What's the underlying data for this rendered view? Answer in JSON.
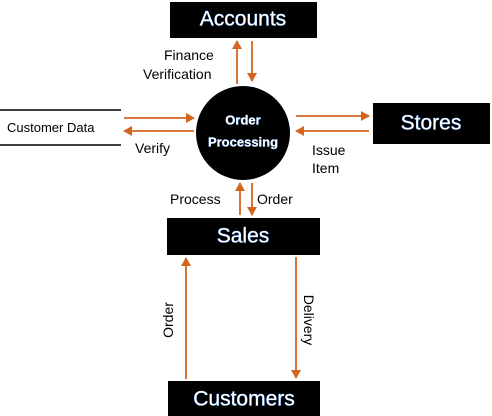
{
  "entities": {
    "accounts": "Accounts",
    "stores": "Stores",
    "sales": "Sales",
    "customers": "Customers"
  },
  "process": {
    "line1": "Order",
    "line2": "Processing"
  },
  "data_store": {
    "label": "Customer Data"
  },
  "flows": {
    "finance_line1": "Finance",
    "finance_line2": "Verification",
    "verify": "Verify",
    "issue_line1": "Issue",
    "issue_line2": "Item",
    "process": "Process",
    "order_up": "Order",
    "order_customer": "Order",
    "delivery": "Delivery"
  },
  "colors": {
    "arrow": "#d4651e",
    "box": "#000000",
    "text_on_dark": "#ffffff"
  }
}
